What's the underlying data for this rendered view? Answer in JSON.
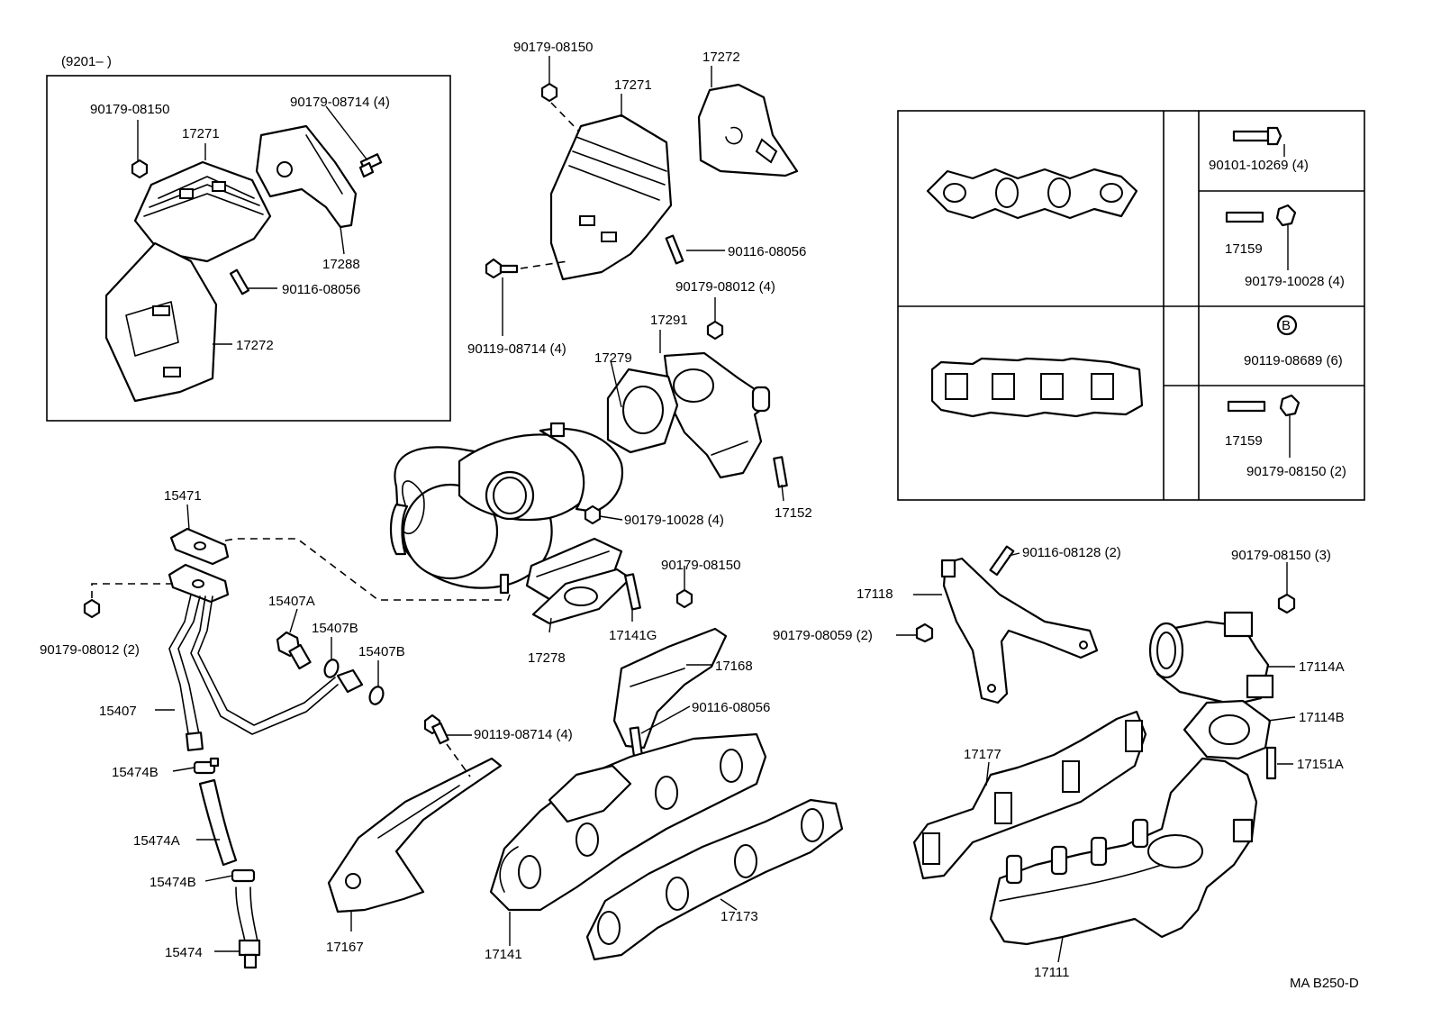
{
  "inset": {
    "date_range": "(9201–       )"
  },
  "footer": {
    "diagram_code": "MA B250-D"
  },
  "labels": {
    "p90179_08150_a": "90179-08150",
    "p90179_08714_a": "90179-08714 (4)",
    "p17271_a": "17271",
    "p17288": "17288",
    "p90116_08056_a": "90116-08056",
    "p17272_a": "17272",
    "p90179_08150_b": "90179-08150",
    "p17272_b": "17272",
    "p17271_b": "17271",
    "p90116_08056_b": "90116-08056",
    "p90179_08012_a": "90179-08012 (4)",
    "p90119_08714_a": "90119-08714 (4)",
    "p17291": "17291",
    "p17279": "17279",
    "p17152": "17152",
    "p90179_10028_a": "90179-10028 (4)",
    "p90179_08150_c": "90179-08150",
    "p17141G": "17141G",
    "p17278": "17278",
    "p15471": "15471",
    "p90179_08012_b": "90179-08012 (2)",
    "p15407A": "15407A",
    "p15407B_a": "15407B",
    "p15407B_b": "15407B",
    "p15407": "15407",
    "p15474B_a": "15474B",
    "p15474A": "15474A",
    "p15474B_b": "15474B",
    "p15474": "15474",
    "p17168": "17168",
    "p90116_08056_c": "90116-08056",
    "p90119_08714_b": "90119-08714 (4)",
    "p17167": "17167",
    "p17141": "17141",
    "p17173": "17173",
    "p90116_08128": "90116-08128 (2)",
    "p17118": "17118",
    "p90179_08059": "90179-08059 (2)",
    "p90179_08150_d": "90179-08150 (3)",
    "p17114A": "17114A",
    "p17114B": "17114B",
    "p17151A": "17151A",
    "p17177": "17177",
    "p17111": "17111"
  },
  "parts_table": {
    "p90101_10269": "90101-10269 (4)",
    "p17159_a": "17159",
    "p90179_10028_b": "90179-10028 (4)",
    "marker_b": "B",
    "p90119_08689": "90119-08689 (6)",
    "p17159_b": "17159",
    "p90179_08150_e": "90179-08150 (2)"
  }
}
